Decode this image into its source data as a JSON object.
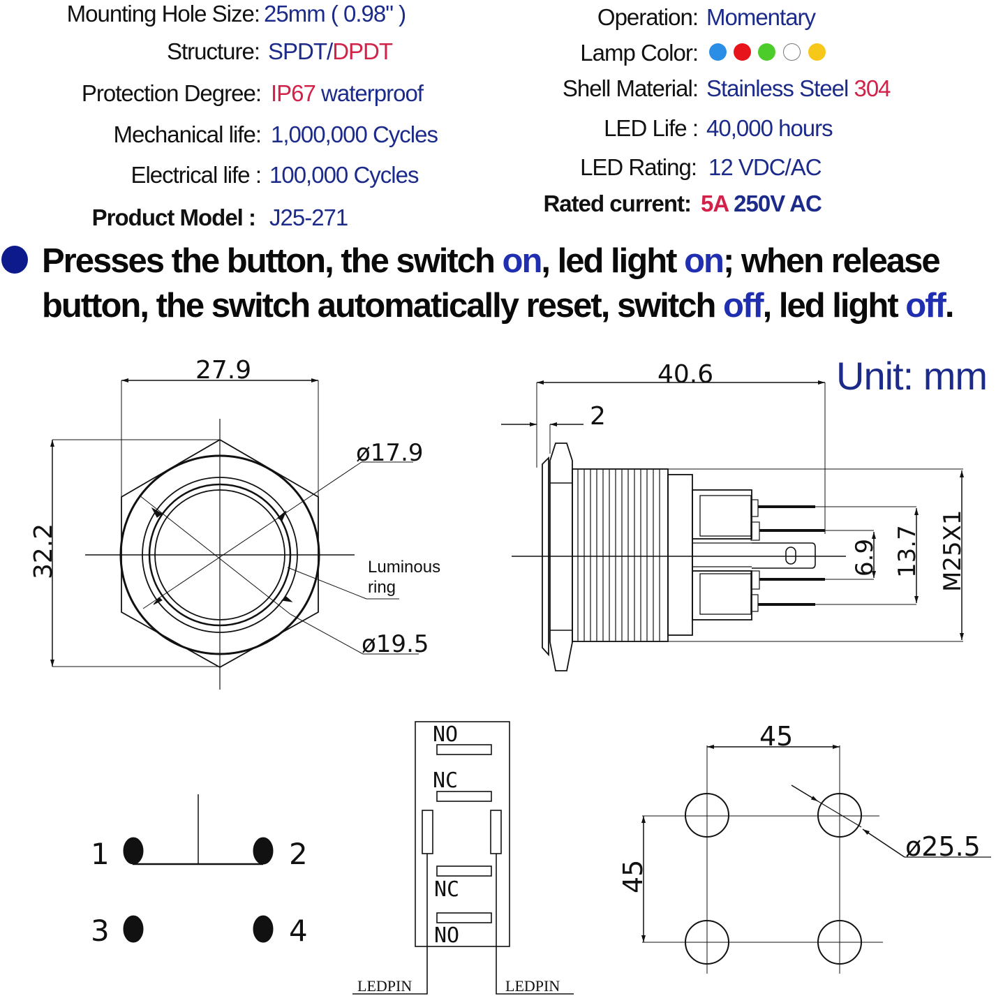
{
  "specs_left": [
    {
      "label": "Mounting Hole  Size:",
      "value_parts": [
        {
          "text": "25mm ( 0.98\" )",
          "color": "blue"
        }
      ]
    },
    {
      "label": "Structure:",
      "value_parts": [
        {
          "text": "SPDT/",
          "color": "blue"
        },
        {
          "text": "DPDT",
          "color": "red"
        }
      ]
    },
    {
      "label": "Protection  Degree:",
      "value_parts": [
        {
          "text": "IP67",
          "color": "red"
        },
        {
          "text": " waterproof",
          "color": "blue"
        }
      ]
    },
    {
      "label": "Mechanical life:",
      "value_parts": [
        {
          "text": "1,000,000 Cycles",
          "color": "blue"
        }
      ]
    },
    {
      "label": "Electrical  life :",
      "value_parts": [
        {
          "text": "100,000 Cycles",
          "color": "blue"
        }
      ]
    },
    {
      "label": "Product Model :",
      "value_parts": [
        {
          "text": "J25-271",
          "color": "blue"
        }
      ]
    }
  ],
  "specs_right": [
    {
      "label": "Operation:",
      "value_parts": [
        {
          "text": "Momentary",
          "color": "blue"
        }
      ]
    },
    {
      "label": "Lamp Color:",
      "lamp_colors": [
        "#2a8de6",
        "#e8141c",
        "#4ccc2a",
        "#ffffff",
        "#f7c81a"
      ]
    },
    {
      "label": "Shell Material:",
      "value_parts": [
        {
          "text": "Stainless Steel ",
          "color": "blue"
        },
        {
          "text": "304",
          "color": "red"
        }
      ]
    },
    {
      "label": "LED Life :",
      "value_parts": [
        {
          "text": "40,000 hours",
          "color": "blue"
        }
      ]
    },
    {
      "label": "LED Rating:",
      "value_parts": [
        {
          "text": "12 VDC/AC",
          "color": "blue"
        }
      ]
    },
    {
      "label": "Rated  current:",
      "value_parts": [
        {
          "text": "5A",
          "color": "red"
        },
        {
          "text": " 250V AC",
          "color": "blue"
        }
      ]
    }
  ],
  "description": {
    "line1": [
      {
        "text": "Presses the button, the switch ",
        "hl": false
      },
      {
        "text": "on",
        "hl": true
      },
      {
        "text": ", led light ",
        "hl": false
      },
      {
        "text": "on",
        "hl": true
      },
      {
        "text": "; when release",
        "hl": false
      }
    ],
    "line2": [
      {
        "text": "button, the switch  automatically reset, switch ",
        "hl": false
      },
      {
        "text": "off",
        "hl": true
      },
      {
        "text": ", led light ",
        "hl": false
      },
      {
        "text": "off",
        "hl": true
      },
      {
        "text": ".",
        "hl": false
      }
    ]
  },
  "colors": {
    "label": "#111111",
    "blue": "#1c2b8a",
    "red": "#d3224a",
    "bullet": "#0d1a8c",
    "highlight": "#1f2fb0"
  },
  "unit_label": "Unit: mm",
  "front_view": {
    "width_dim": "27.9",
    "height_dim": "32.2",
    "inner_dia": "ø17.9",
    "outer_dia": "ø19.5",
    "callout": [
      "Luminous",
      "ring"
    ]
  },
  "side_view": {
    "length_dim": "40.6",
    "flange_dim": "2",
    "pin_pitch_small": "6.9",
    "pin_pitch_large": "13.7",
    "thread": "M25X1"
  },
  "wiring_diagram": {
    "terminals": [
      "1",
      "2",
      "3",
      "4"
    ]
  },
  "pin_layout": {
    "labels_top": [
      "NO",
      "NC"
    ],
    "labels_bottom": [
      "NC",
      "NO"
    ],
    "led_pins": [
      "LEDPIN",
      "LEDPIN"
    ]
  },
  "panel_cutout": {
    "h_spacing": "45",
    "v_spacing": "45",
    "hole_dia": "ø25.5"
  }
}
